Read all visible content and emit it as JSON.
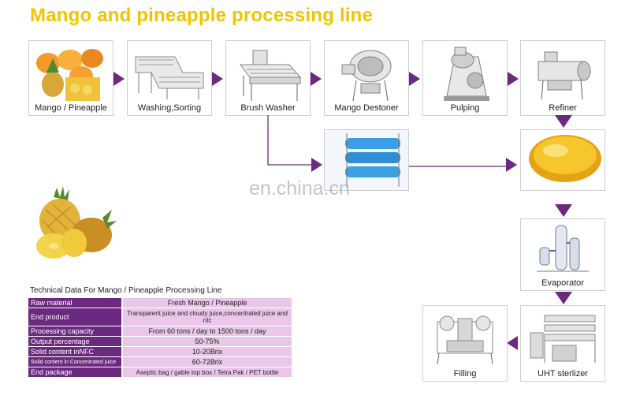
{
  "title": "Mango and pineapple processing line",
  "watermark": "en.china.cn",
  "colors": {
    "title": "#f2c400",
    "arrow": "#6b2a80",
    "key_bg": "#6b2a80",
    "value_bg": "#eac7e8"
  },
  "steps": [
    {
      "label": "Mango / Pineapple",
      "icon": "fruit-photo"
    },
    {
      "label": "Washing,Sorting",
      "icon": "washer-machine"
    },
    {
      "label": "Brush Washer",
      "icon": "brush-washer-machine"
    },
    {
      "label": "Mango Destoner",
      "icon": "destoner-machine"
    },
    {
      "label": "Pulping",
      "icon": "pulper-machine"
    },
    {
      "label": "Refiner",
      "icon": "refiner-machine"
    },
    {
      "label": "",
      "icon": "blue-tanks"
    },
    {
      "label": "",
      "icon": "juice-bowl"
    },
    {
      "label": "Evaporator",
      "icon": "evaporator-machine"
    },
    {
      "label": "UHT sterlizer",
      "icon": "uht-sterilizer-machine"
    },
    {
      "label": "Filling",
      "icon": "filling-machine"
    }
  ],
  "tech": {
    "title": "Technical Data For Mango / Pineapple Processing Line",
    "rows": [
      {
        "key": "Raw material",
        "value": "Fresh Mango / Pineapple"
      },
      {
        "key": "End product",
        "value": "Transparent juice and cloudy juice,concentrated juice and nfc"
      },
      {
        "key": "Processing capacity",
        "value": "From 60 tons / day to 1500 tons / day"
      },
      {
        "key": "Output percentage",
        "value": "50-75%"
      },
      {
        "key": "Solid content inNFC",
        "value": "10-20Brix"
      },
      {
        "key": "Solid content in Concentrated juice",
        "value": "60-72Brix"
      },
      {
        "key": "End package",
        "value": "Aseptic bag / gable top box / Tetra Pak / PET bottle"
      }
    ]
  }
}
